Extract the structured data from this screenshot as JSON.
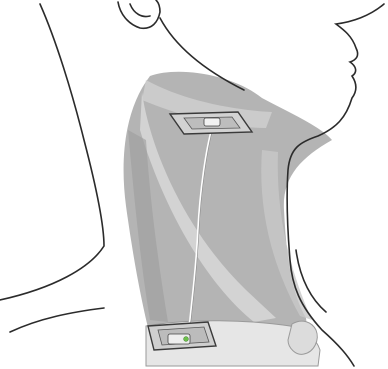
{
  "figure": {
    "elements": [
      "head-outline",
      "ear",
      "face-profile",
      "neck-musculature",
      "clavicle",
      "upper-electrode-patch",
      "lower-electrode-patch",
      "connecting-lead-wire",
      "status-led"
    ]
  },
  "colors": {
    "background": "#ffffff",
    "outline": "#2b2b2b",
    "muscle_dark": "#a8a8a8",
    "muscle_mid": "#c2c2c2",
    "muscle_light": "#dcdcdc",
    "bone": "#e4e4e4",
    "patch_fill": "#d4d4d4",
    "patch_border": "#3a3a3a",
    "wire": "#ffffff",
    "led": "#6cc04a"
  }
}
